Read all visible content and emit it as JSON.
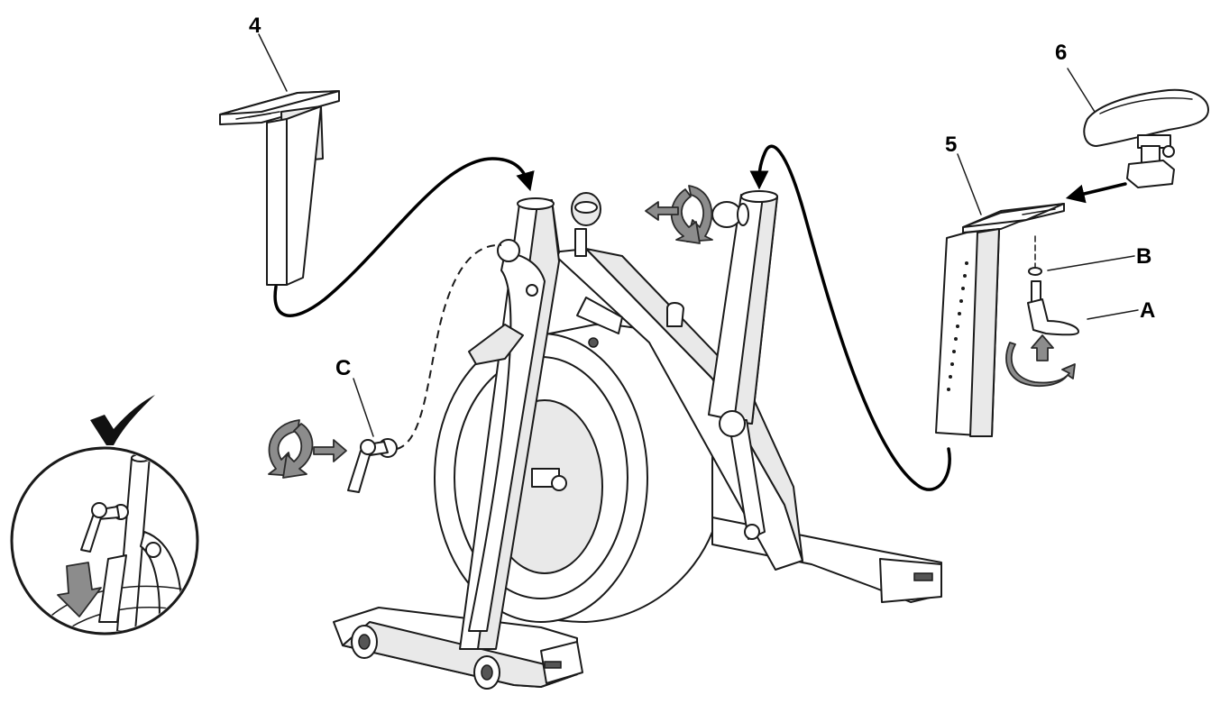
{
  "labels": {
    "part_4": "4",
    "part_5": "5",
    "part_6": "6",
    "part_a": "A",
    "part_b": "B",
    "part_c": "C"
  },
  "colors": {
    "line": "#1a1a1a",
    "arrow_fill": "#8c8c8c",
    "background": "#ffffff"
  },
  "icons": [
    "check-icon",
    "rotate-arrow-icon",
    "push-arrow-icon",
    "direction-arrow-icon"
  ]
}
